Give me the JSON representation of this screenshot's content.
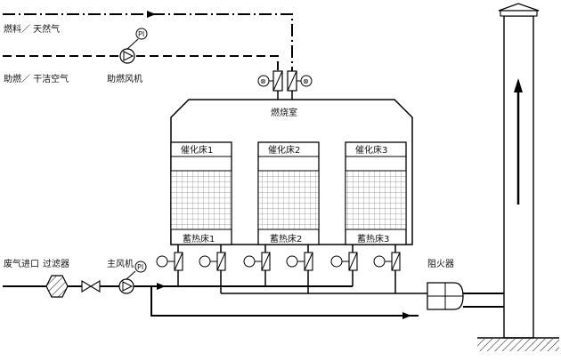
{
  "labels": {
    "fuel_line": "燃料／ 天然气",
    "air_line": "助燃／ 干洁空气",
    "booster_fan": "助燃风机",
    "pi": "PI",
    "combustion_chamber": "燃烧室",
    "inlet": "废气进口",
    "filter": "过滤器",
    "main_fan": "主风机",
    "flame_arrestor": "阻火器"
  },
  "beds": [
    {
      "catalyst": "催化床1",
      "storage": "蓄热床1"
    },
    {
      "catalyst": "催化床2",
      "storage": "蓄热床2"
    },
    {
      "catalyst": "催化床3",
      "storage": "蓄热床3"
    }
  ],
  "colors": {
    "line": "#000000",
    "background": "#ffffff"
  }
}
